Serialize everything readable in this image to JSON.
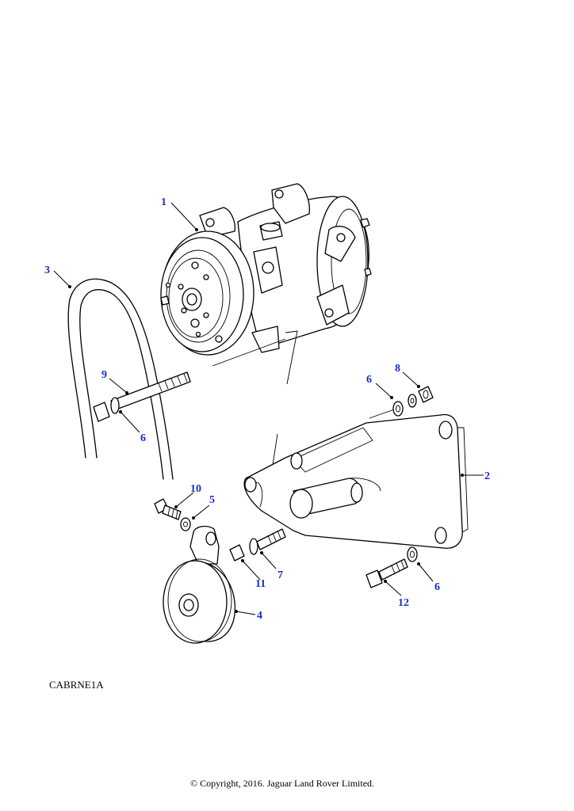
{
  "diagram": {
    "code": "CABRNE1A",
    "copyright": "© Copyright, 2016. Jaguar Land Rover Limited.",
    "callout_color": "#1a2ecc",
    "callouts": [
      {
        "id": "c1",
        "label": "1"
      },
      {
        "id": "c2",
        "label": "2"
      },
      {
        "id": "c3",
        "label": "3"
      },
      {
        "id": "c4",
        "label": "4"
      },
      {
        "id": "c5",
        "label": "5"
      },
      {
        "id": "c6a",
        "label": "6"
      },
      {
        "id": "c6b",
        "label": "6"
      },
      {
        "id": "c6c",
        "label": "6"
      },
      {
        "id": "c7",
        "label": "7"
      },
      {
        "id": "c8",
        "label": "8"
      },
      {
        "id": "c9",
        "label": "9"
      },
      {
        "id": "c10",
        "label": "10"
      },
      {
        "id": "c11",
        "label": "11"
      },
      {
        "id": "c12",
        "label": "12"
      }
    ]
  }
}
